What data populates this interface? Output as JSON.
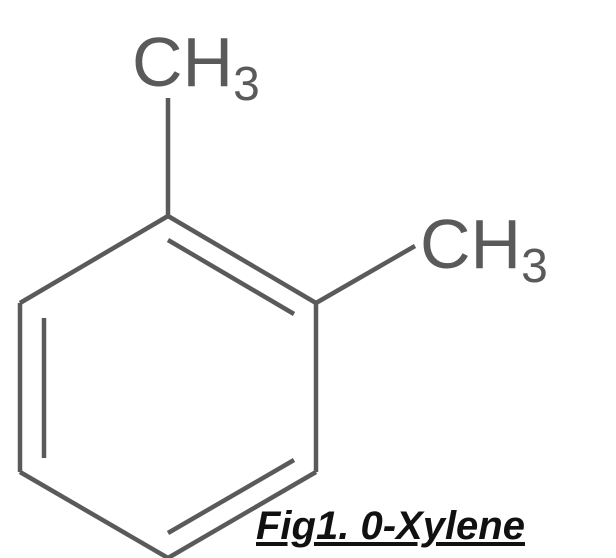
{
  "molecule": {
    "substituents": [
      {
        "element": "CH",
        "subscript": "3"
      },
      {
        "element": "CH",
        "subscript": "3"
      }
    ]
  },
  "caption": "Fig1. 0-Xylene",
  "colors": {
    "bond": "#5a5a5a",
    "caption": "#111111",
    "background": "#ffffff"
  }
}
